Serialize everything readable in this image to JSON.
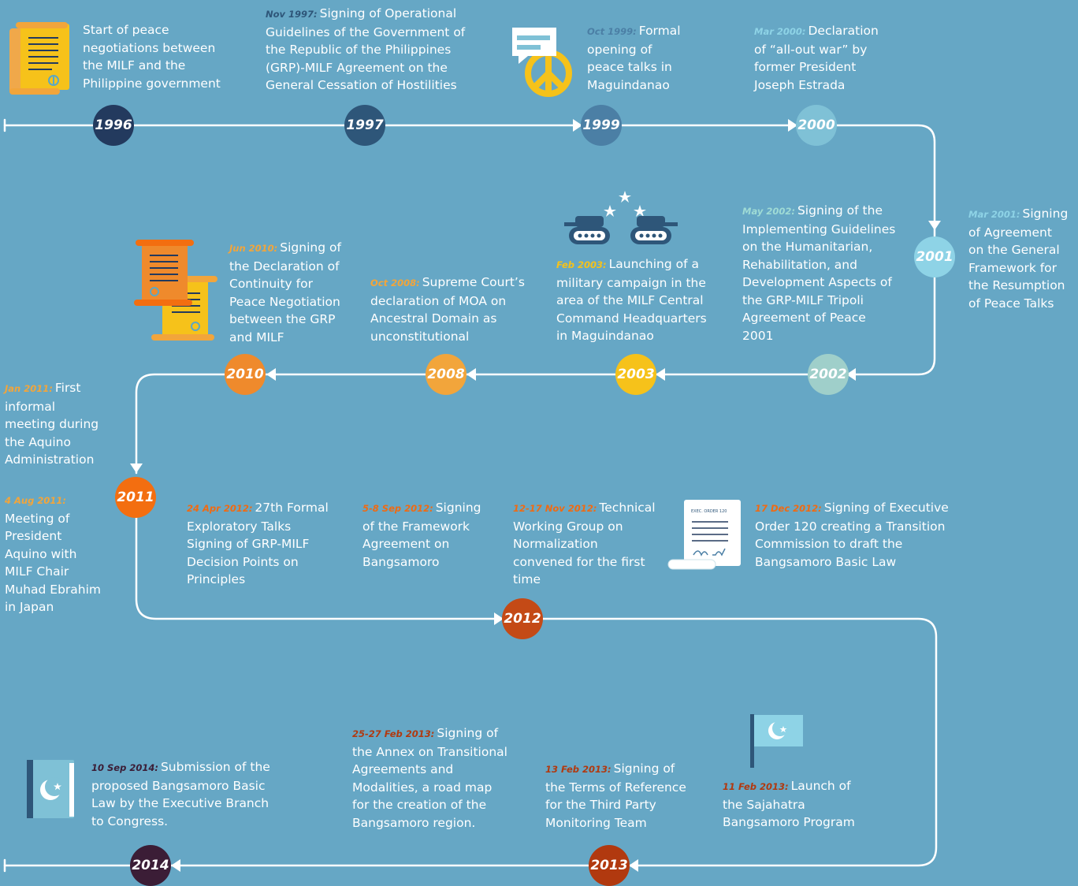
{
  "colors": {
    "background": "#66a7c5",
    "line": "#ffffff",
    "y1996": "#233a5e",
    "y1997": "#2e5679",
    "y1999": "#4b7fa5",
    "y2000": "#7fc1d6",
    "y2001": "#8ed3e6",
    "y2002": "#9fcfca",
    "y2003": "#f6c21a",
    "y2008": "#f2a53b",
    "y2010": "#ef8a2c",
    "y2011": "#f36e10",
    "y2012": "#c44a16",
    "y2013": "#b1390f",
    "y2014": "#3b1d36"
  },
  "years": {
    "y1996": "1996",
    "y1997": "1997",
    "y1999": "1999",
    "y2000": "2000",
    "y2001": "2001",
    "y2002": "2002",
    "y2003": "2003",
    "y2008": "2008",
    "y2010": "2010",
    "y2011": "2011",
    "y2012": "2012",
    "y2013": "2013",
    "y2014": "2014"
  },
  "events": {
    "e1996": {
      "date": "",
      "text": "Start of peace negotiations between the MILF and the Philippine government"
    },
    "e1997": {
      "date": "Nov 1997:",
      "text": "Signing of Operational Guidelines of the Government of the Republic of the Philippines (GRP)-MILF Agreement on the General Cessation of Hostilities"
    },
    "e1999": {
      "date": "Oct 1999:",
      "text": "Formal opening of peace talks in Maguindanao"
    },
    "e2000": {
      "date": "Mar 2000:",
      "text": "Declaration of “all-out war” by former President Joseph Estrada"
    },
    "e2001": {
      "date": "Mar 2001:",
      "text": "Signing of Agreement on the General Framework for the Resumption of Peace Talks"
    },
    "e2002": {
      "date": "May 2002:",
      "text": "Signing of the Implementing Guidelines on the Humanitarian, Rehabilitation, and Development Aspects of the GRP-MILF Tripoli Agreement of Peace 2001"
    },
    "e2003": {
      "date": "Feb 2003:",
      "text": "Launching of a military campaign in the area of the MILF Central Command Headquarters in Maguindanao"
    },
    "e2008": {
      "date": "Oct 2008:",
      "text": "Supreme Court’s declaration of MOA on Ancestral Domain as unconstitutional"
    },
    "e2010": {
      "date": "Jun 2010:",
      "text": "Signing of the Declaration of Continuity for Peace Negotiation between the GRP and MILF"
    },
    "e2011a": {
      "date": "Jan 2011:",
      "text": "First informal meeting during the Aquino Administration"
    },
    "e2011b": {
      "date": "4 Aug 2011:",
      "text": "Meeting of President Aquino with MILF Chair Muhad Ebrahim in Japan"
    },
    "e2012a": {
      "date": "24 Apr 2012:",
      "text": "27th Formal Exploratory Talks Signing of GRP-MILF Decision Points on Principles"
    },
    "e2012b": {
      "date": "5-8 Sep 2012:",
      "text": "Signing of the Framework Agreement on Bangsamoro"
    },
    "e2012c": {
      "date": "12-17 Nov 2012:",
      "text": "Technical Working Group on Normalization convened for the first time"
    },
    "e2012d": {
      "date": "17 Dec 2012:",
      "text": "Signing of Executive Order 120 creating a Transition Commission to draft the Bangsamoro Basic Law"
    },
    "e2013a": {
      "date": "25-27 Feb 2013:",
      "text": "Signing of the Annex on Transitional Agreements and Modalities, a road map for the creation of the Bangsamoro region."
    },
    "e2013b": {
      "date": "13 Feb 2013:",
      "text": "Signing of the Terms of Reference for the Third Party Monitoring Team"
    },
    "e2013c": {
      "date": "11 Feb 2013:",
      "text": "Launch of the Sajahatra Bangsamoro Program"
    },
    "e2014": {
      "date": "10 Sep 2014:",
      "text": "Submission of the proposed Bangsamoro Basic Law by the Executive Branch to Congress."
    }
  },
  "icons": {
    "scroll": "scroll-icon",
    "peace": "peace-sign-icon",
    "tanks": "tanks-icon",
    "docs": "documents-icon",
    "order": "executive-order-icon",
    "flag": "flag-icon",
    "book": "book-icon",
    "order_label": "EXEC. ORDER 120"
  }
}
